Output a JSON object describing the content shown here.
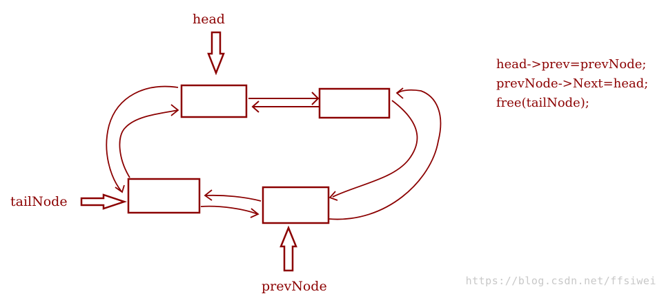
{
  "labels": {
    "head": "head",
    "tail": "tailNode",
    "prev": "prevNode"
  },
  "code": [
    "head->prev=prevNode;",
    "prevNode->Next=head;",
    "free(tailNode);"
  ],
  "watermark": "https://blog.csdn.net/ffsiwei",
  "colors": {
    "ink": "#8b0000"
  }
}
